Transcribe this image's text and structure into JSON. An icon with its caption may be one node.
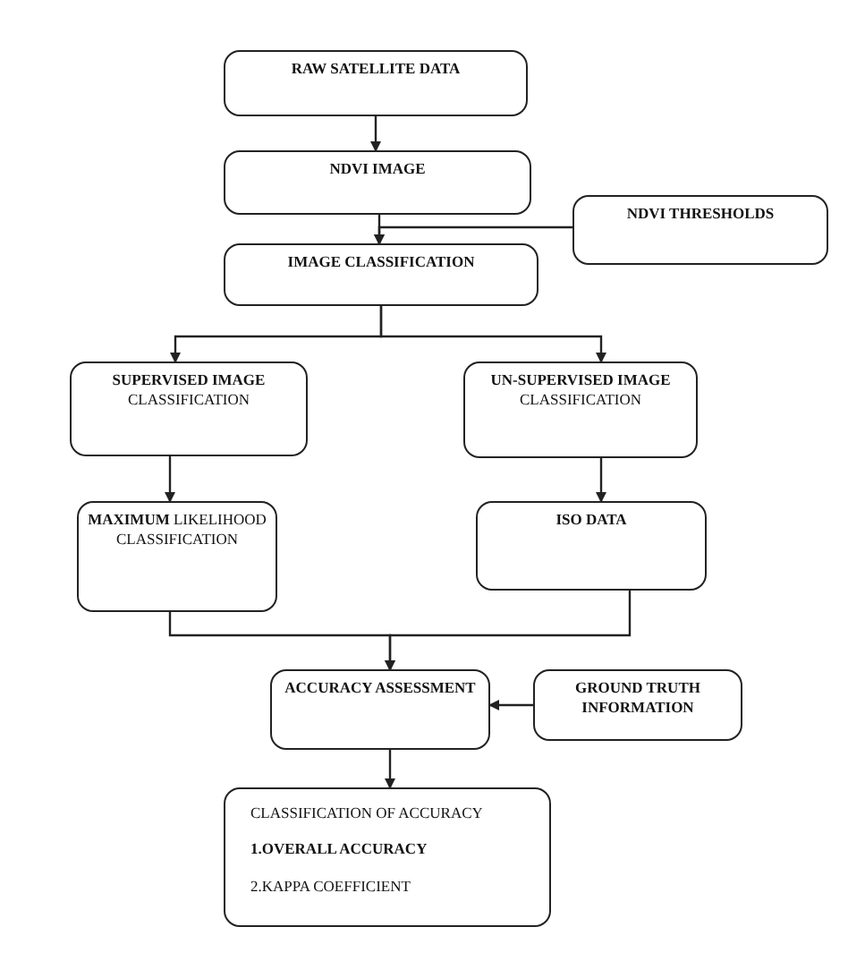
{
  "diagram": {
    "nodes": [
      {
        "text": [
          "RAW SATELLITE DATA"
        ]
      },
      {
        "text": [
          "NDVI IMAGE"
        ]
      },
      {
        "text": [
          "NDVI THRESHOLDS"
        ]
      },
      {
        "text": [
          "IMAGE CLASSIFICATION"
        ]
      },
      {
        "text": [
          "**SUPERVISED IMAGE** CLASSIFICATION"
        ]
      },
      {
        "text": [
          "**UN-SUPERVISED IMAGE** CLASSIFICATION"
        ]
      },
      {
        "text": [
          "**MAXIMUM** LIKELIHOOD CLASSIFICATION"
        ]
      },
      {
        "text": [
          "ISO DATA"
        ]
      },
      {
        "text": [
          "ACCURACY ASSESSMENT"
        ]
      },
      {
        "text": [
          "GROUND TRUTH INFORMATION"
        ]
      },
      {
        "text": [
          "CLASSIFICATION OF ACCURACY",
          "**1.OVERALL ACCURACY**",
          "2.KAPPA COEFFICIENT"
        ]
      }
    ],
    "edges": [
      {
        "from": 0,
        "to": 1,
        "arrow": "to"
      },
      {
        "from": 1,
        "to": 3,
        "arrow": "to"
      },
      {
        "from": 2,
        "to": 3,
        "arrow": "to"
      },
      {
        "from": 3,
        "to": 4,
        "arrow": "to"
      },
      {
        "from": 3,
        "to": 5,
        "arrow": "to"
      },
      {
        "from": 4,
        "to": 6,
        "arrow": "to"
      },
      {
        "from": 5,
        "to": 7,
        "arrow": "to"
      },
      {
        "from": 6,
        "to": 8,
        "arrow": "to"
      },
      {
        "from": 7,
        "to": 8,
        "arrow": "to"
      },
      {
        "from": 9,
        "to": 8,
        "arrow": "to"
      },
      {
        "from": 8,
        "to": 10,
        "arrow": "to"
      }
    ]
  }
}
